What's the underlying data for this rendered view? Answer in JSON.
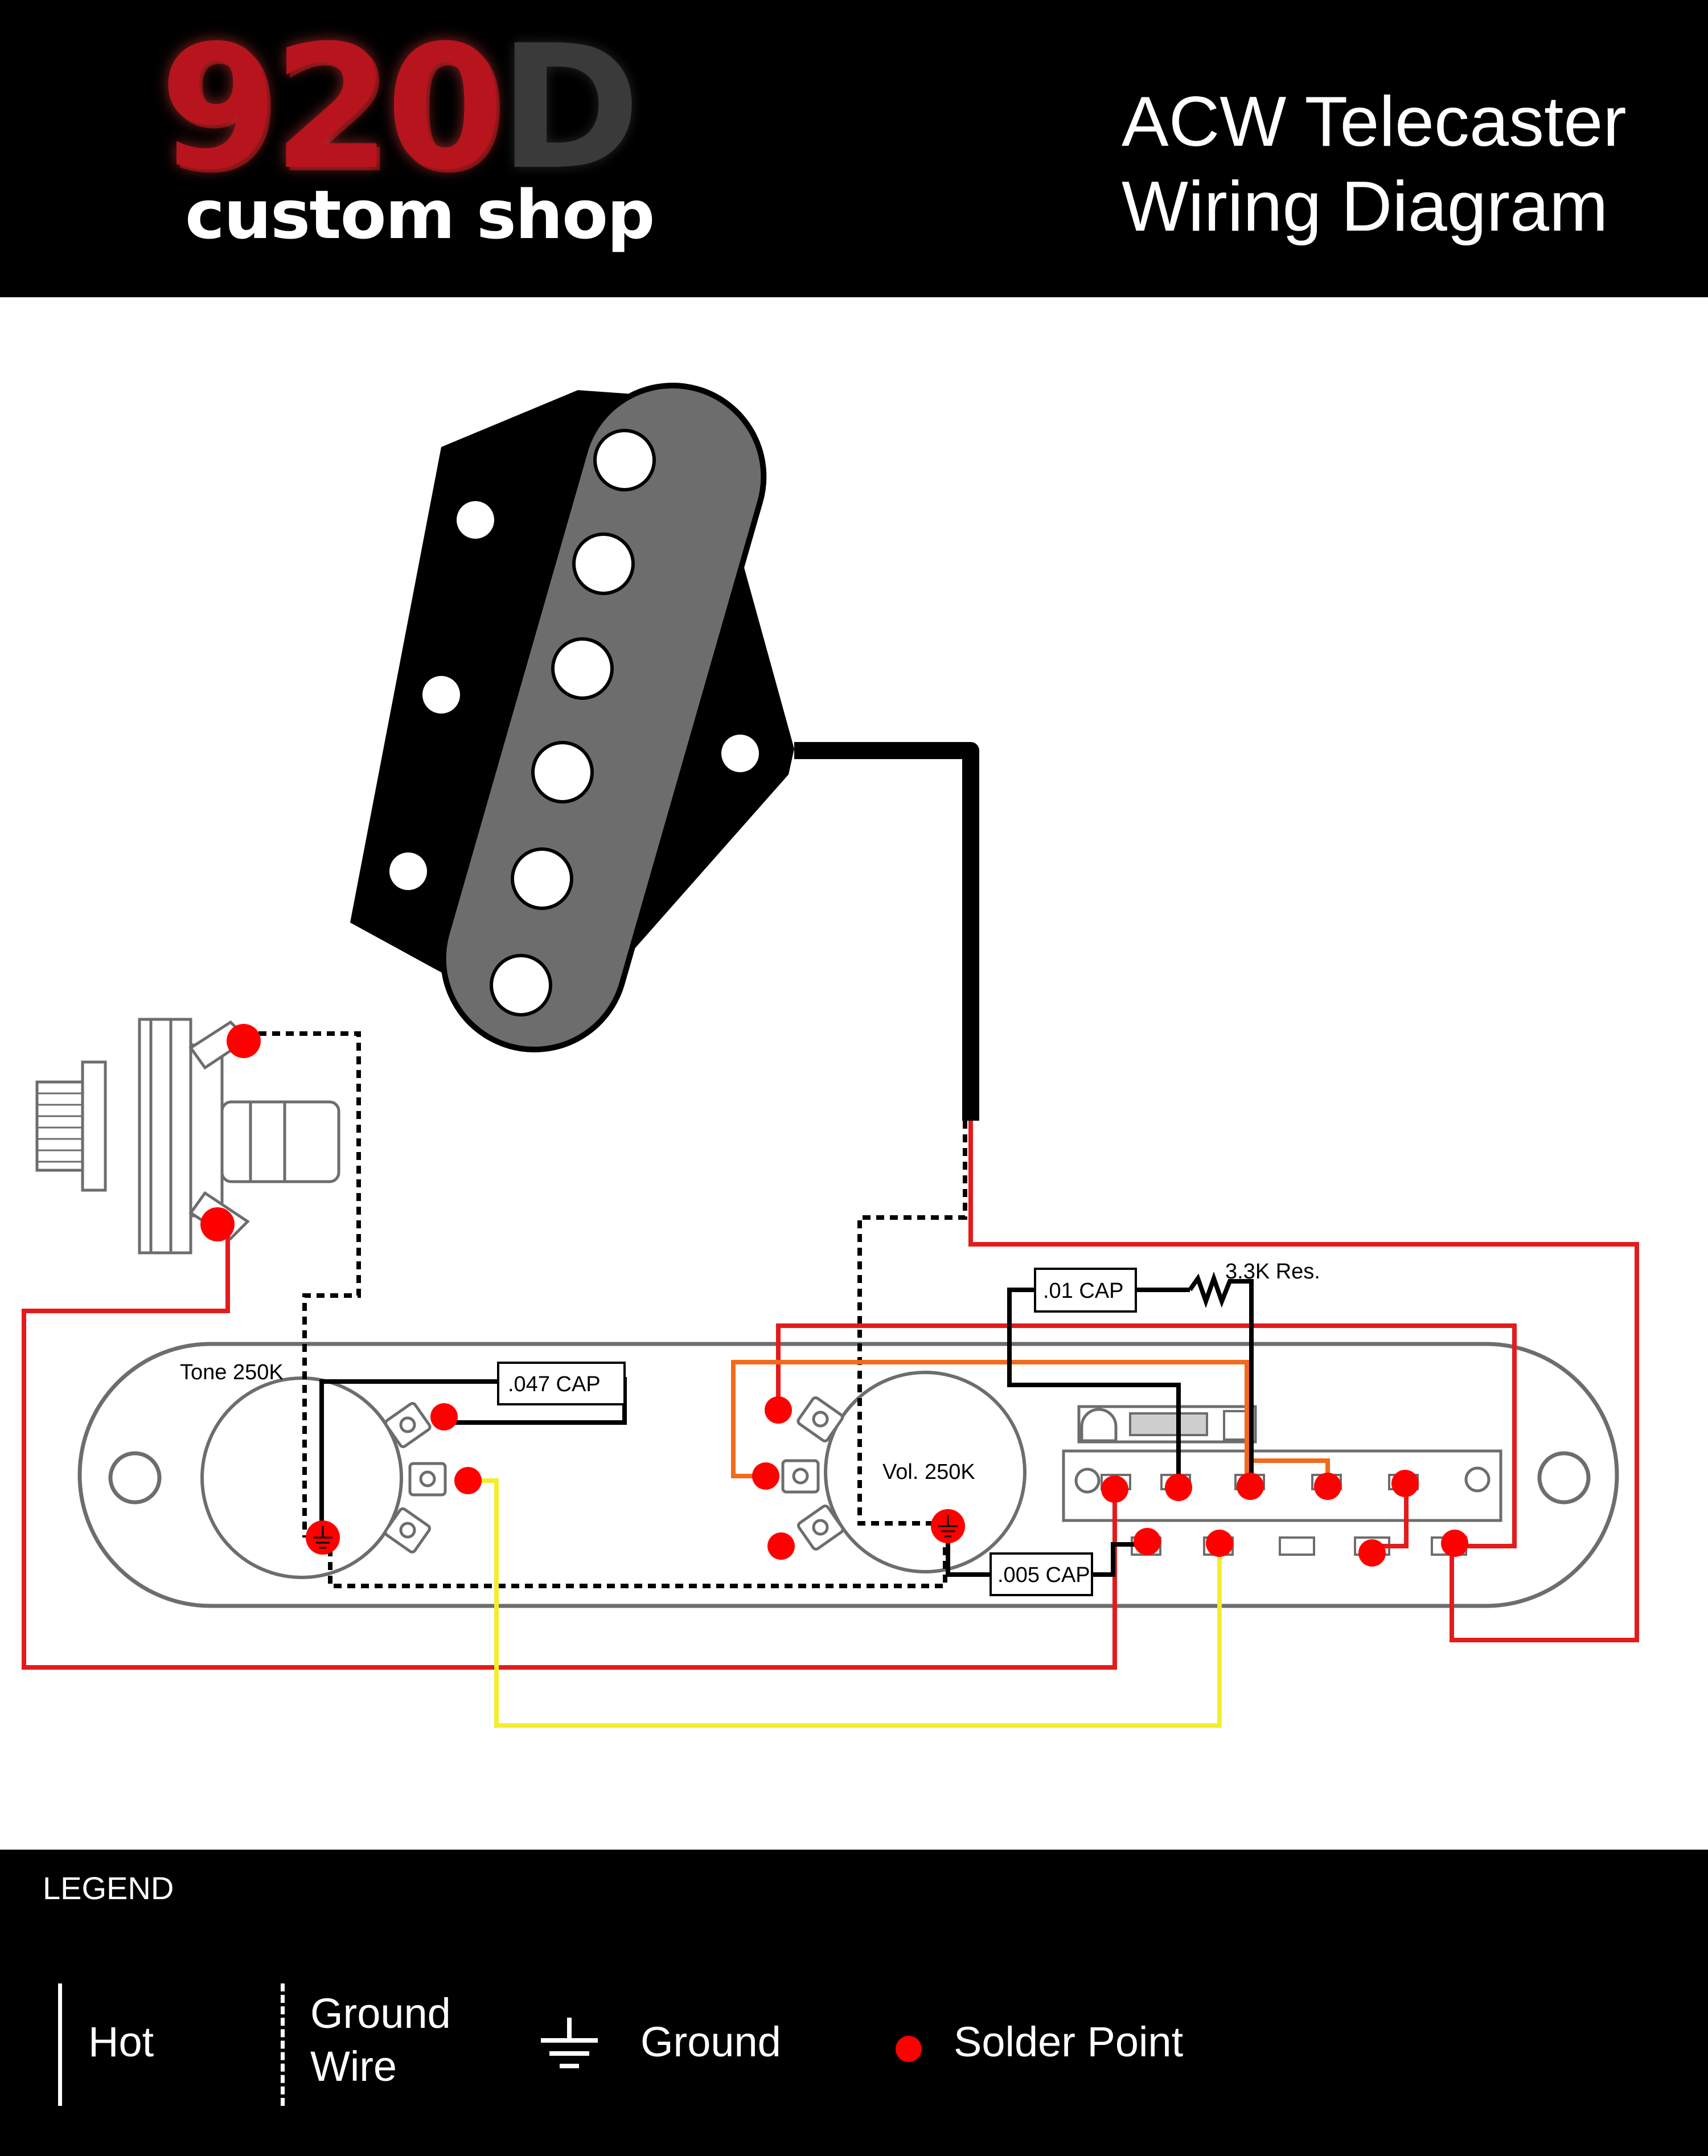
{
  "header": {
    "logo_main": "920",
    "logo_main_d": "D",
    "logo_sub": "custom shop",
    "title_line1": "ACW Telecaster",
    "title_line2": "Wiring Diagram"
  },
  "diagram": {
    "labels": {
      "tone_pot": "Tone 250K",
      "vol_pot": "Vol. 250K",
      "cap_047": ".047 CAP",
      "cap_01": ".01 CAP",
      "cap_005": ".005 CAP",
      "resistor": "3.3K Res."
    },
    "colors": {
      "hot": "#e31b1b",
      "orange": "#f26a1b",
      "yellow": "#f2ee2e",
      "black": "#000000",
      "pickup_base": "#000000",
      "pickup_bobbin": "#6d6d6d",
      "plate_outline": "#6d6d6d",
      "solder": "#ff0000"
    }
  },
  "legend": {
    "title": "LEGEND",
    "hot": "Hot",
    "ground_wire_line1": "Ground",
    "ground_wire_line2": "Wire",
    "ground": "Ground",
    "solder_point": "Solder Point"
  }
}
